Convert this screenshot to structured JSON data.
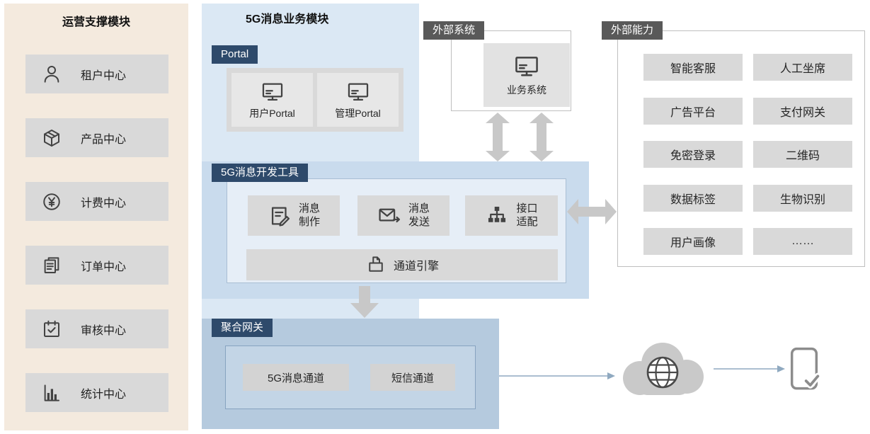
{
  "left_panel": {
    "title": "运营支撑模块",
    "items": [
      {
        "label": "租户中心",
        "icon": "user-icon"
      },
      {
        "label": "产品中心",
        "icon": "product-box-icon"
      },
      {
        "label": "计费中心",
        "icon": "yuan-billing-icon"
      },
      {
        "label": "订单中心",
        "icon": "order-document-icon"
      },
      {
        "label": "审核中心",
        "icon": "audit-check-icon"
      },
      {
        "label": "统计中心",
        "icon": "bar-chart-icon"
      }
    ]
  },
  "main_module": {
    "title": "5G消息业务模块",
    "portal": {
      "tag": "Portal",
      "items": [
        {
          "label": "用户Portal",
          "icon": "monitor-icon"
        },
        {
          "label": "管理Portal",
          "icon": "monitor-icon"
        }
      ]
    },
    "dev_tools": {
      "tag": "5G消息开发工具",
      "items": [
        {
          "line1": "消息",
          "line2": "制作",
          "icon": "compose-document-icon"
        },
        {
          "line1": "消息",
          "line2": "发送",
          "icon": "envelope-send-icon"
        },
        {
          "line1": "接口",
          "line2": "适配",
          "icon": "api-tree-icon"
        }
      ],
      "engine_label": "通道引擎",
      "engine_icon": "channel-engine-box-icon"
    },
    "gateway": {
      "tag": "聚合网关",
      "channels": [
        {
          "label": "5G消息通道"
        },
        {
          "label": "短信通道"
        }
      ]
    }
  },
  "external_system": {
    "tag": "外部系统",
    "item_label": "业务系统",
    "item_icon": "monitor-icon"
  },
  "external_capabilities": {
    "tag": "外部能力",
    "items": [
      {
        "label": "智能客服"
      },
      {
        "label": "人工坐席"
      },
      {
        "label": "广告平台"
      },
      {
        "label": "支付网关"
      },
      {
        "label": "免密登录"
      },
      {
        "label": "二维码"
      },
      {
        "label": "数据标签"
      },
      {
        "label": "生物识别"
      },
      {
        "label": "用户画像"
      },
      {
        "label": "……"
      }
    ]
  },
  "endpoints": {
    "cloud_icon": "internet-cloud-globe-icon",
    "phone_icon": "phone-check-icon"
  },
  "colors": {
    "left_bg": "#f4eade",
    "panel_blue": "#dbe8f4",
    "dev_blue": "#c9dbed",
    "gateway_blue": "#b5cade",
    "tag_navy": "#2e4a6b",
    "tag_gray": "#595959",
    "box_gray": "#d9d9d9",
    "arrow_gray": "#c8c8c8",
    "thin_arrow_blue": "#8fa9c0"
  }
}
